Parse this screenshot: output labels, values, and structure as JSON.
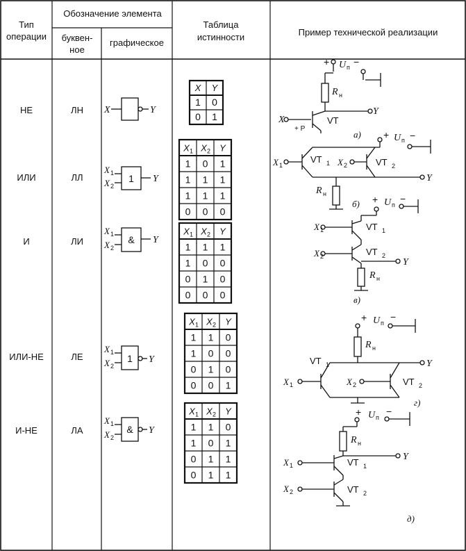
{
  "header": {
    "col1": [
      "Тип",
      "операции"
    ],
    "group": "Обозначение элемента",
    "col2": [
      "буквен-",
      "ное"
    ],
    "col3": "графическое",
    "col4": [
      "Таблица",
      "истинности"
    ],
    "col5": "Пример технической реализации"
  },
  "rows": [
    {
      "type": "НЕ",
      "code": "ЛН",
      "gate": "",
      "table": {
        "headers": [
          "X",
          "Y"
        ],
        "rows": [
          [
            "1",
            "0"
          ],
          [
            "0",
            "1"
          ]
        ]
      },
      "caption": "а)"
    },
    {
      "type": "ИЛИ",
      "code": "ЛЛ",
      "gate": "1",
      "table": {
        "headers": [
          "X1",
          "X2",
          "Y"
        ],
        "rows": [
          [
            "1",
            "0",
            "1"
          ],
          [
            "1",
            "1",
            "1"
          ],
          [
            "1",
            "1",
            "1"
          ],
          [
            "0",
            "0",
            "0"
          ]
        ]
      },
      "caption": "б)"
    },
    {
      "type": "И",
      "code": "ЛИ",
      "gate": "&",
      "table": {
        "headers": [
          "X1",
          "X2",
          "Y"
        ],
        "rows": [
          [
            "1",
            "1",
            "1"
          ],
          [
            "1",
            "0",
            "0"
          ],
          [
            "0",
            "1",
            "0"
          ],
          [
            "0",
            "0",
            "0"
          ]
        ]
      },
      "caption": "в)"
    },
    {
      "type": "ИЛИ-НЕ",
      "code": "ЛЕ",
      "gate": "1",
      "table": {
        "headers": [
          "X1",
          "X2",
          "Y"
        ],
        "rows": [
          [
            "1",
            "1",
            "0"
          ],
          [
            "1",
            "0",
            "0"
          ],
          [
            "0",
            "1",
            "0"
          ],
          [
            "0",
            "0",
            "1"
          ]
        ]
      },
      "caption": "г)"
    },
    {
      "type": "И-НЕ",
      "code": "ЛА",
      "gate": "&",
      "table": {
        "headers": [
          "X1",
          "X2",
          "Y"
        ],
        "rows": [
          [
            "1",
            "1",
            "0"
          ],
          [
            "1",
            "0",
            "1"
          ],
          [
            "0",
            "1",
            "1"
          ],
          [
            "0",
            "1",
            "1"
          ]
        ]
      },
      "caption": "д)"
    }
  ],
  "labels": {
    "x": "X",
    "y": "Y",
    "x1": "X",
    "x2": "X",
    "vt": "VT",
    "vt1": "VT",
    "vt2": "VT",
    "rn": "R",
    "un": "U",
    "plus": "+",
    "minus": "−",
    "p": "+ P",
    "sub1": "1",
    "sub2": "2",
    "subn": "н",
    "subp": "п"
  }
}
